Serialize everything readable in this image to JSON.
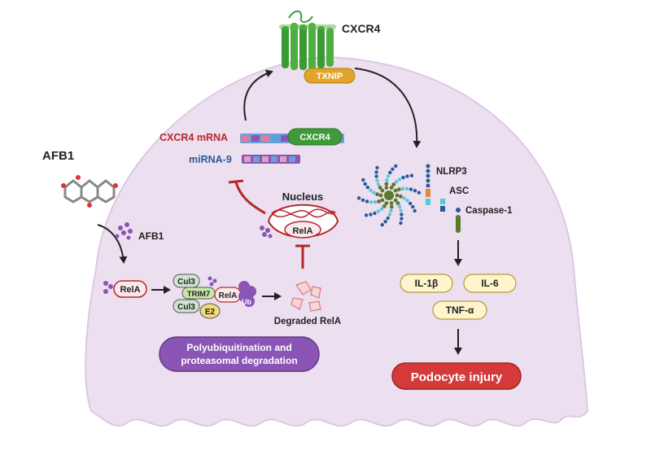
{
  "labels": {
    "cxcr4": "CXCR4",
    "txnip": "TXNIP",
    "afb1_main": "AFB1",
    "afb1_small": "AFB1",
    "cxcr4_mrna": "CXCR4 mRNA",
    "cxcr4_protein": "CXCR4",
    "mirna9": "miRNA-9",
    "nucleus": "Nucleus",
    "rela_nucleus": "RelA",
    "rela_cyto": "RelA",
    "cul3_top": "Cul3",
    "trim7": "TRIM7",
    "rela_complex": "RelA",
    "cul3_bottom": "Cul3",
    "e2": "E2",
    "ub": "Ub",
    "degraded_rela": "Degraded RelA",
    "poly_line1": "Polyubiquitination and",
    "poly_line2": "proteasomal degradation",
    "nlrp3": "NLRP3",
    "asc": "ASC",
    "caspase1": "Caspase-1",
    "il1b": "IL-1β",
    "il6": "IL-6",
    "tnfa": "TNF-α",
    "podocyte_injury": "Podocyte injury"
  },
  "colors": {
    "cell": "#ecdff0",
    "cell_border": "#d8c3df",
    "red_text": "#b5282a",
    "blue_text": "#2a5a9a",
    "receptor_green": "#4aa53a",
    "txnip_fill": "#e0a52a",
    "cxcr4_pill": "#3f9a3a",
    "rela_border": "#b5282a",
    "cytokine_fill": "#fff5cc",
    "poly_fill": "#8a55b5",
    "injury_fill": "#d53a3a",
    "purple_dot": "#8a55b5"
  }
}
